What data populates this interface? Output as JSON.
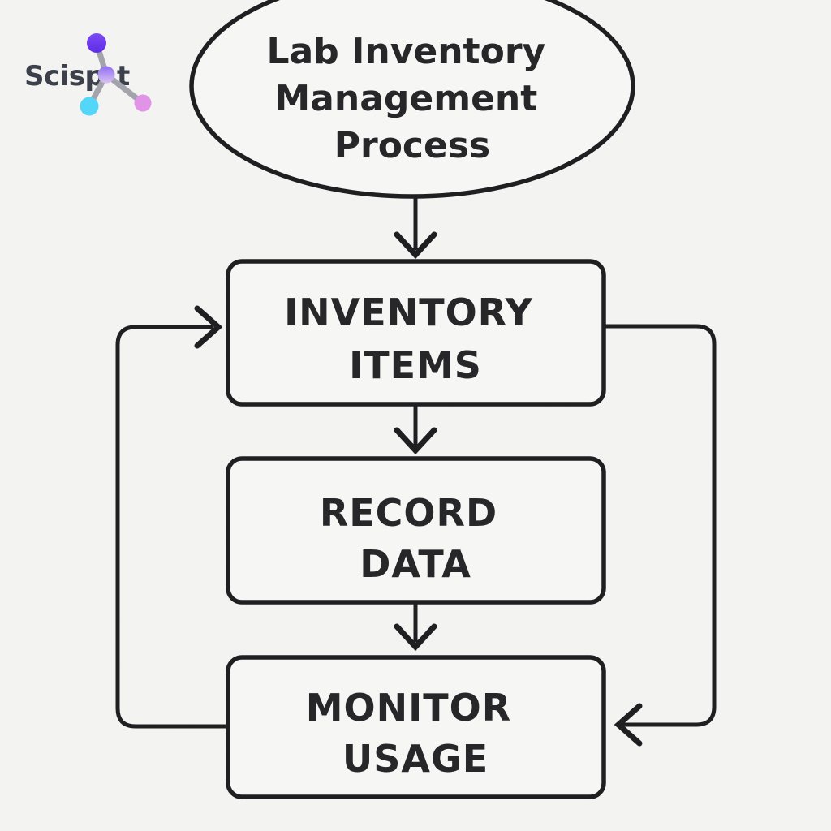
{
  "background_color": "#f4f4f2",
  "logo": {
    "brand_full": "Scispot",
    "brand_prefix": "Scisp",
    "brand_suffix": "t",
    "text_color": "#3c404b",
    "molecule": {
      "bond_color": "#a3a3ab",
      "dot_top_color": "#6f3cf2",
      "dot_center_color_top": "#8f6ef0",
      "dot_center_color_bottom": "#d9c3f3",
      "dot_left_color": "#54d6f8",
      "dot_right_color": "#e094e5"
    }
  },
  "flowchart": {
    "stroke_color": "#1f1f22",
    "text_color": "#27272a",
    "node_fill": "#f6f6f4",
    "start_node": {
      "shape": "ellipse",
      "label": "Lab Inventory Management Process",
      "lines": [
        "Lab Inventory",
        "Management",
        "Process"
      ]
    },
    "nodes": [
      {
        "id": "inventory-items",
        "shape": "rounded-rect",
        "label": "INVENTORY ITEMS",
        "lines": [
          "INVENTORY",
          "ITEMS"
        ]
      },
      {
        "id": "record-data",
        "shape": "rounded-rect",
        "label": "RECORD DATA",
        "lines": [
          "RECORD",
          "DATA"
        ]
      },
      {
        "id": "monitor-usage",
        "shape": "rounded-rect",
        "label": "MONITOR USAGE",
        "lines": [
          "MONITOR",
          "USAGE"
        ]
      }
    ],
    "edges": [
      {
        "from": "start",
        "to": "inventory-items",
        "style": "straight-down-arrow"
      },
      {
        "from": "inventory-items",
        "to": "record-data",
        "style": "straight-down-arrow"
      },
      {
        "from": "record-data",
        "to": "monitor-usage",
        "style": "straight-down-arrow"
      },
      {
        "from": "monitor-usage",
        "to": "inventory-items",
        "style": "feedback-loop-left"
      },
      {
        "from": "inventory-items",
        "to": "monitor-usage",
        "style": "bypass-loop-right"
      }
    ]
  }
}
